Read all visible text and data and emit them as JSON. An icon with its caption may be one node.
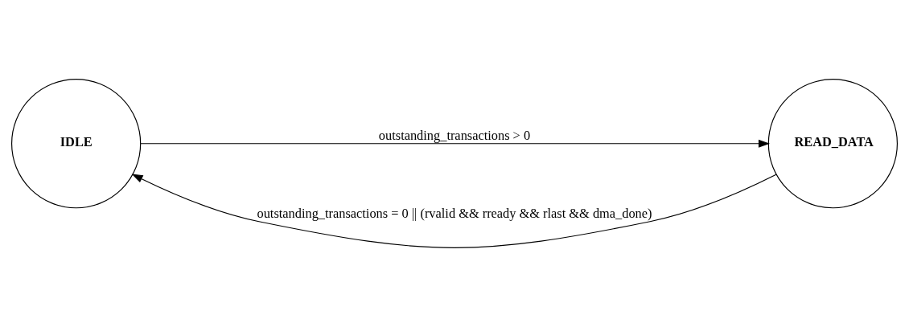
{
  "diagram": {
    "nodes": [
      {
        "text": [
          "IDLE"
        ]
      },
      {
        "text": [
          "READ_DATA"
        ]
      }
    ],
    "edges": [
      {
        "from": 1,
        "to": 0,
        "arrow": "to",
        "label": "outstanding_transactions = 0 || (rvalid && rready && rlast && dma_done)"
      },
      {
        "from": 0,
        "to": 1,
        "arrow": "to",
        "label": "outstanding_transactions > 0"
      }
    ]
  }
}
